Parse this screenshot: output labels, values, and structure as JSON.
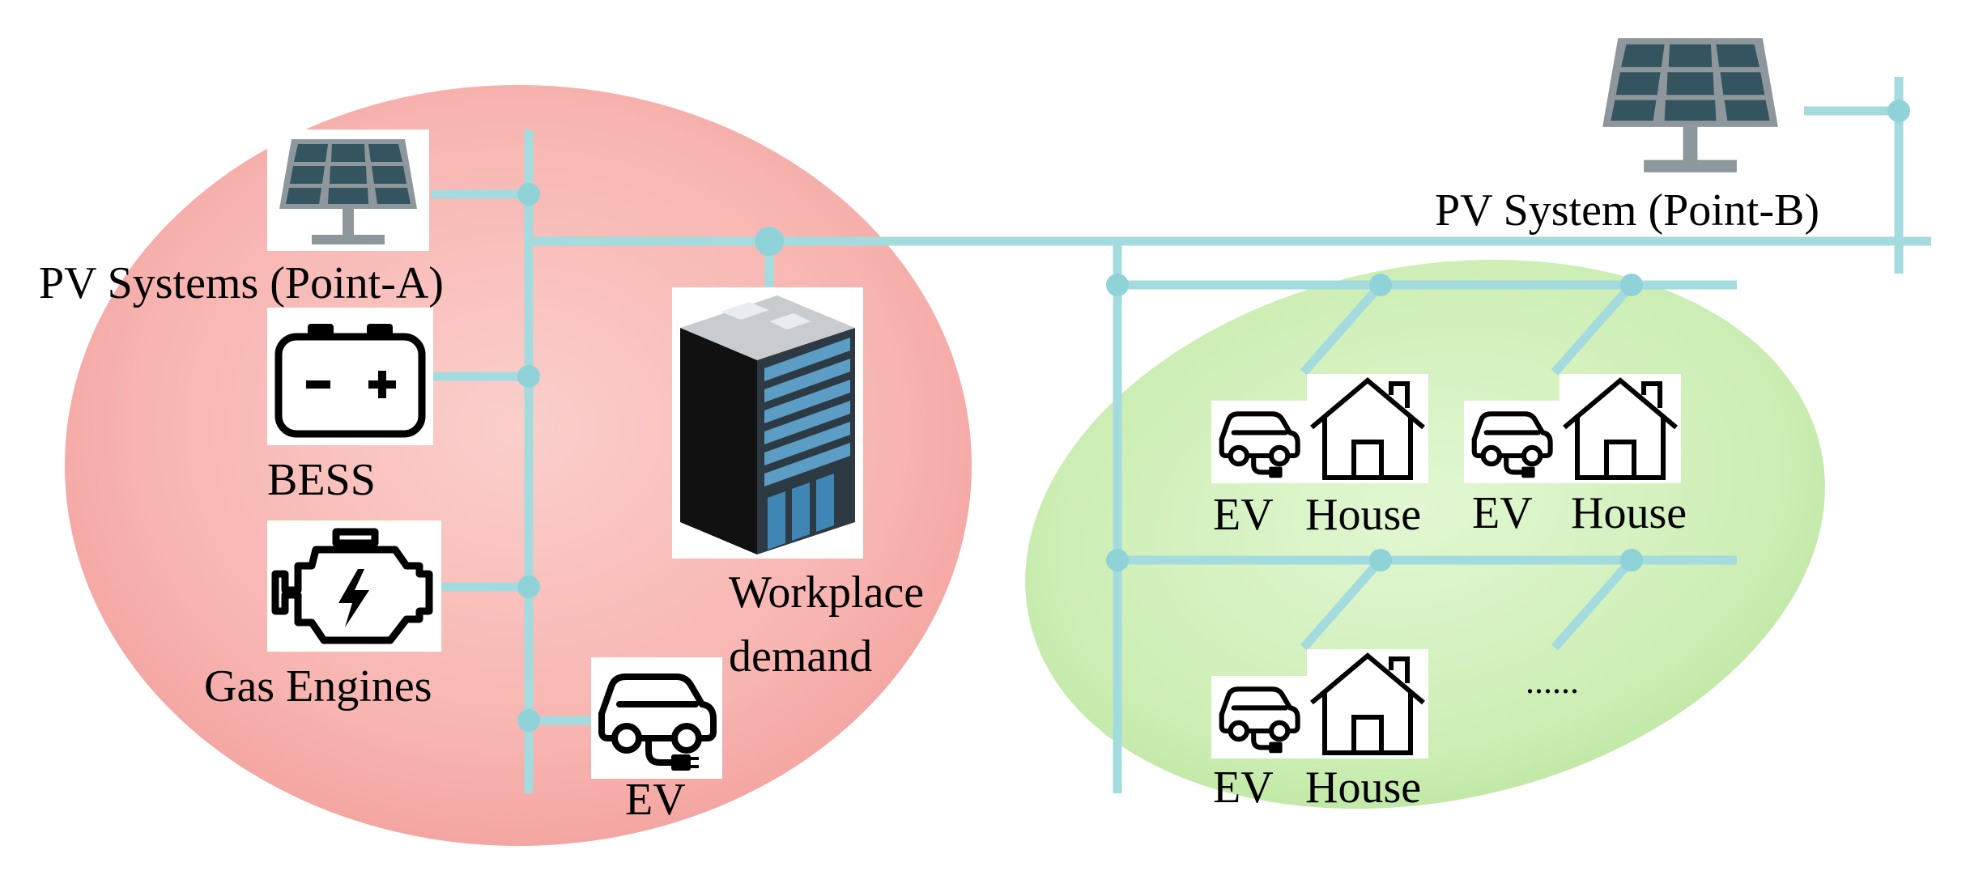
{
  "labels": {
    "pv_a": "PV Systems (Point-A)",
    "pv_b": "PV System (Point-B)",
    "bess": "BESS",
    "gas": "Gas Engines",
    "workplace_1": "Workplace",
    "workplace_2": "demand",
    "ev_work": "EV",
    "house_group": [
      {
        "ev": "EV",
        "house": "House"
      },
      {
        "ev": "EV",
        "house": "House"
      },
      {
        "ev": "EV",
        "house": "House"
      }
    ],
    "ellipsis": "......"
  },
  "colors": {
    "bus_line": "#a3dbdf",
    "bus_node": "#8fd2d8",
    "workplace_zone": "#f8b0ad",
    "residential_zone": "#c6ecae",
    "panel_cell": "#34545f",
    "panel_frame": "#8d979c"
  },
  "icons": [
    "solar-panel-icon",
    "battery-icon",
    "engine-icon",
    "office-building-icon",
    "ev-car-icon",
    "house-icon"
  ]
}
